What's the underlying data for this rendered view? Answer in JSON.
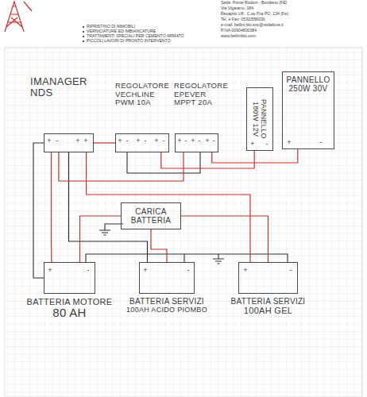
{
  "diagram": {
    "nodes": [
      {
        "text": [
          "IMANAGER NDS"
        ]
      },
      {
        "text": [
          "REGOLATORE VECHLINE PWM 10A"
        ]
      },
      {
        "text": [
          "REGOLATORE EPEVER MPPT 20A"
        ]
      },
      {
        "text": [
          "PANNELLO 180W 12V"
        ]
      },
      {
        "text": [
          "PANNELLO 250W 30V"
        ]
      },
      {
        "text": [
          "CARICA BATTERIA"
        ]
      },
      {
        "text": [
          "BATTERIA MOTORE",
          "80 AH"
        ]
      },
      {
        "text": [
          "BATTERIA SERVIZI",
          "100AH ACIDO PIOMBO"
        ]
      },
      {
        "text": [
          "BATTERIA SERVIZI",
          "100AH GEL"
        ]
      }
    ],
    "edges": [
      {
        "from": 0,
        "to": 6,
        "arrow": "none"
      },
      {
        "from": 0,
        "to": 7,
        "arrow": "none"
      },
      {
        "from": 0,
        "to": 8,
        "arrow": "none"
      },
      {
        "from": 3,
        "to": 1,
        "arrow": "none"
      },
      {
        "from": 4,
        "to": 2,
        "arrow": "none"
      },
      {
        "from": 0,
        "to": 1,
        "arrow": "none"
      },
      {
        "from": 2,
        "to": 0,
        "arrow": "none"
      },
      {
        "from": 5,
        "to": 6,
        "arrow": "none"
      },
      {
        "from": 5,
        "to": 7,
        "arrow": "none"
      },
      {
        "from": 5,
        "to": 8,
        "arrow": "none"
      }
    ],
    "labels": [
      "RIPRISTINO DI IMMOBILI",
      "VERNICIATURE ED IMBIANCATURE",
      "TRATTAMENTI SPECIALI PER CEMENTO ARMATO",
      "PICCOLI LAVORI DI PRONTO INTERVENTO",
      "Sede: Ponte Rodoni - Bondeno (FE)",
      "Via Vigarano, 184",
      "Recapito Uff.: C.so P.ta PO, 134 (Fe)",
      "Tel. e Fax: 0532/556030",
      "e-mail: bellini.blo.snc@vodafone.it",
      "P.IVA 00904830384",
      "www.belliniblo.com",
      "+",
      "-",
      "+",
      "+",
      "+",
      "-",
      "+",
      "-",
      "+",
      "-",
      "+",
      "-",
      "+",
      "-",
      "+",
      "-",
      "+",
      "-",
      "+",
      "-",
      "+",
      "-",
      "+",
      "-",
      "+",
      "-"
    ]
  }
}
